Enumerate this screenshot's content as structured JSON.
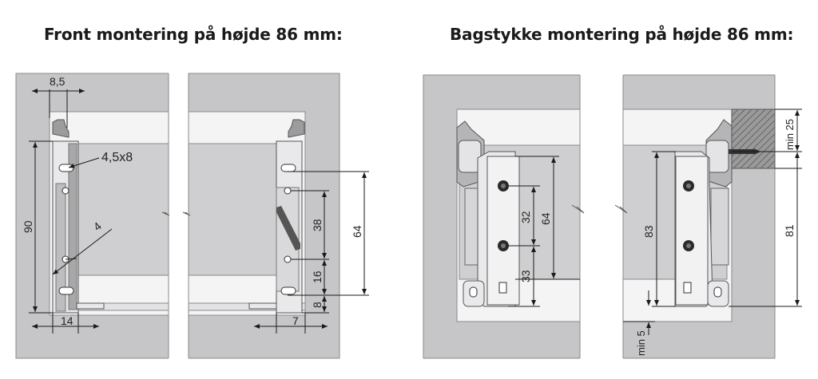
{
  "titles": {
    "front": "Front montering på højde 86 mm:",
    "back": "Bagstykke montering på højde 86 mm:"
  },
  "front": {
    "dim_8_5": "8,5",
    "dim_hole": "4,5x8",
    "dim_90": "90",
    "dim_4": "4",
    "dim_14": "14",
    "dim_38": "38",
    "dim_64": "64",
    "dim_16": "16",
    "dim_8": "8",
    "dim_7": "7"
  },
  "back": {
    "dim_32": "32",
    "dim_64": "64",
    "dim_33": "33",
    "dim_83": "83",
    "dim_81": "81",
    "dim_min25": "min 25",
    "dim_min5": "min 5"
  },
  "colors": {
    "panel_grey": "#c6c6c8",
    "panel_edge": "#8a8a8a",
    "bracket": "#e9e9eb",
    "stripe": "#555555",
    "line": "#1a1a1a"
  }
}
